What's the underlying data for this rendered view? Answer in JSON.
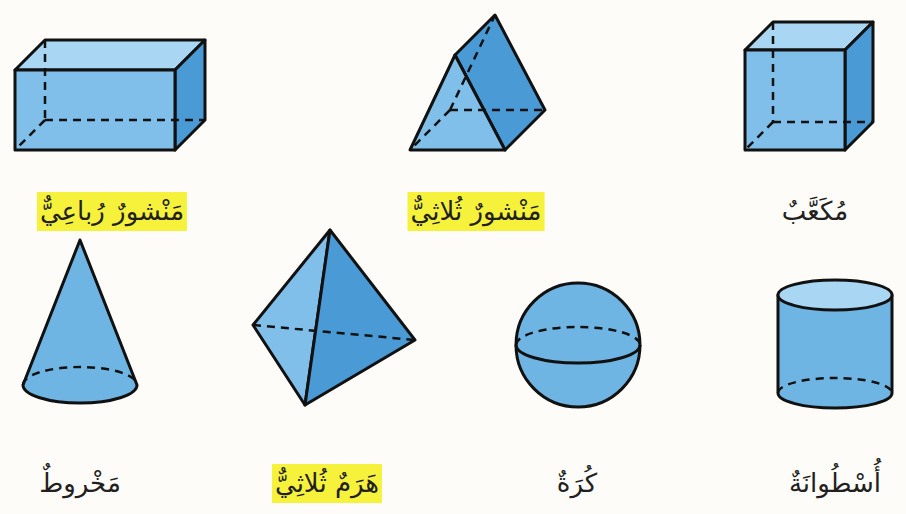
{
  "diagram": {
    "labels": [
      "مُكَعَّبٌ",
      "مَنْشورٌ ثُلاثِيٌّ",
      "مَنْشورٌ رُباعِيٌّ",
      "أُسْطُوانَةٌ",
      "كُرَةٌ",
      "هَرَمٌ ثُلاثِيٌّ",
      "مَخْروطٌ"
    ]
  }
}
